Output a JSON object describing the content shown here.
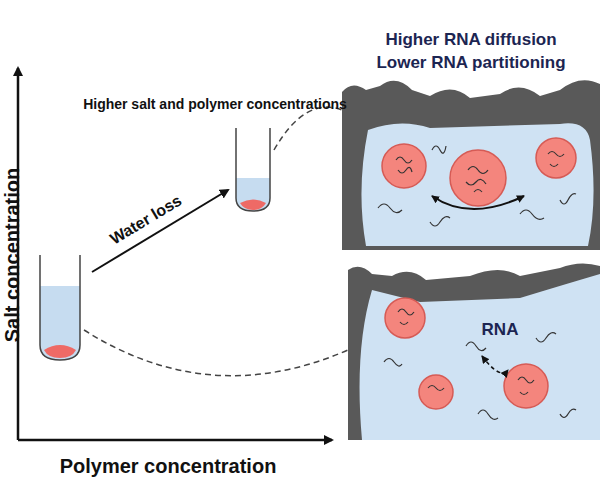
{
  "diagram": {
    "nodes": [
      {
        "text": [
          "Higher RNA diffusion",
          "Lower RNA partitioning"
        ]
      },
      {
        "text": [
          "RNA"
        ]
      }
    ],
    "labels": [
      "Higher salt and polymer concentrations",
      "Water loss",
      "Salt concentration",
      "Polymer concentration"
    ]
  }
}
